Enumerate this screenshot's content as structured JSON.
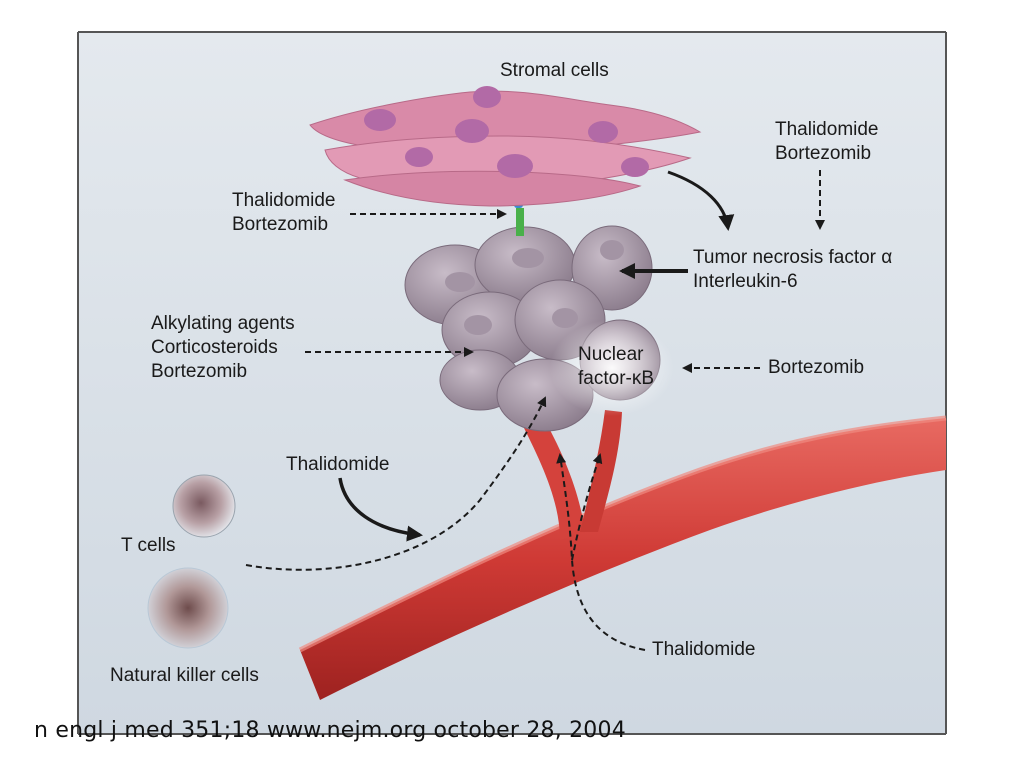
{
  "labels": {
    "stromal_cells": "Stromal cells",
    "thal_bort_left": [
      "Thalidomide",
      "Bortezomib"
    ],
    "thal_bort_right": [
      "Thalidomide",
      "Bortezomib"
    ],
    "cytokines": [
      "Tumor necrosis factor α",
      "Interleukin-6"
    ],
    "alkylating_group": [
      "Alkylating agents",
      "Corticosteroids",
      "Bortezomib"
    ],
    "nfkb": [
      "Nuclear",
      "factor-κB"
    ],
    "bortezomib_right": "Bortezomib",
    "thalidomide_middle": "Thalidomide",
    "t_cells": "T cells",
    "nk_cells": "Natural killer cells",
    "thalidomide_bottom": "Thalidomide"
  },
  "citation": "n engl j med 351;18 www.nejm.org october 28, 2004",
  "colors": {
    "panel_bg": "#dfe5ec",
    "stromal_pink": "#d98aa8",
    "nucleus_purple": "#b26aa6",
    "tumor_gray": "#9c8e9c",
    "vessel_red": "#d4423c",
    "arrow_dark": "#1a1a1a"
  }
}
